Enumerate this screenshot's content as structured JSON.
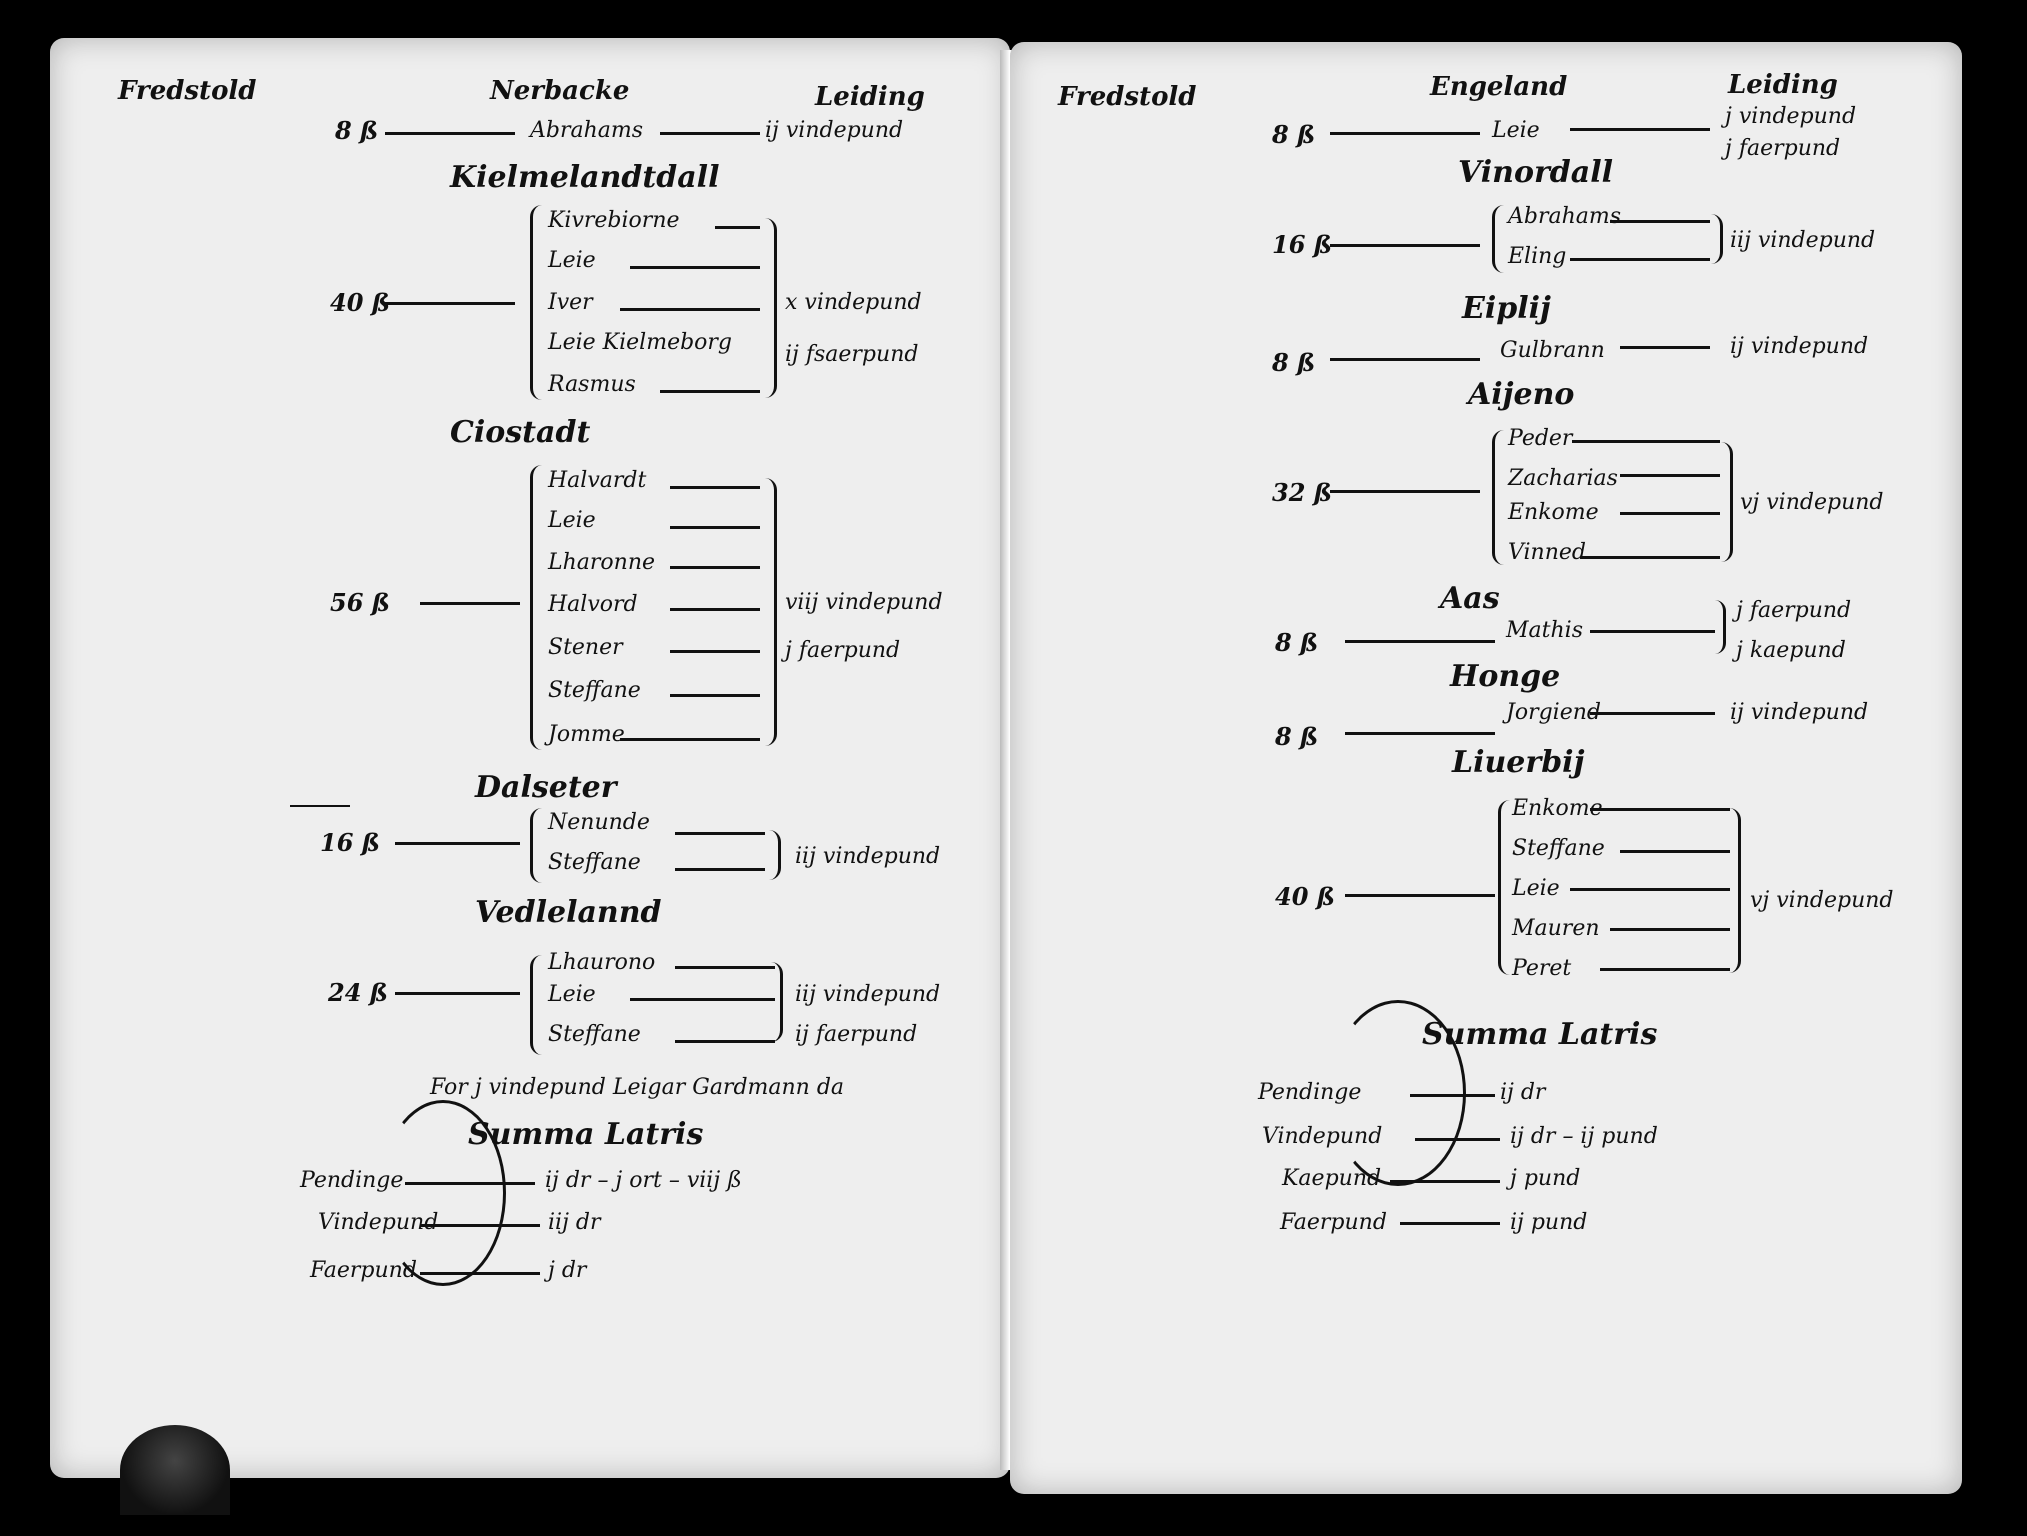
{
  "left": {
    "district": "Fredstold",
    "header_center": "Nerbacke",
    "header_right": "Leiding",
    "entries": [
      {
        "amount": "8 ß",
        "name": "Abrahams",
        "result": "ij vindepund"
      },
      {
        "place": "Kielmelandtdall"
      },
      {
        "amount": "40 ß",
        "names": [
          "Kivrebiorne",
          "Leie",
          "Iver",
          "Leie Kielmeborg",
          "Rasmus"
        ],
        "result": "x vindepund",
        "result2": "ij fsaerpund"
      },
      {
        "place": "Ciostadt"
      },
      {
        "amount": "56 ß",
        "names": [
          "Halvardt",
          "Leie",
          "Lharonne",
          "Halvord",
          "Stener",
          "Steffane",
          "Jomme"
        ],
        "result": "viij vindepund",
        "result2": "j faerpund"
      },
      {
        "place": "Dalseter"
      },
      {
        "amount": "16 ß",
        "names": [
          "Nenunde",
          "Steffane"
        ],
        "result": "iij vindepund"
      },
      {
        "place": "Vedlelannd"
      },
      {
        "amount": "24 ß",
        "names": [
          "Lhaurono",
          "Leie",
          "Steffane"
        ],
        "result": "iij vindepund",
        "result2": "ij faerpund"
      },
      {
        "note": "For j vindepund Leigar Gardmann da"
      }
    ],
    "summa_title": "Summa Latris",
    "summa": [
      {
        "label": "Pendinge",
        "value": "ij dr – j ort – viij ß"
      },
      {
        "label": "Vindepund",
        "value": "iij dr"
      },
      {
        "label": "Faerpund",
        "value": "j dr"
      }
    ]
  },
  "right": {
    "district": "Fredstold",
    "header_center": "Engeland",
    "header_right": "Leiding",
    "entries": [
      {
        "amount": "8 ß",
        "name": "Leie",
        "result": "j vindepund",
        "result2": "j faerpund"
      },
      {
        "place": "Vinordall"
      },
      {
        "amount": "16 ß",
        "names": [
          "Abrahams",
          "Eling"
        ],
        "result": "iij vindepund"
      },
      {
        "place": "Eiplij"
      },
      {
        "amount": "8 ß",
        "name": "Gulbrann",
        "result": "ij vindepund"
      },
      {
        "place": "Aijeno"
      },
      {
        "amount": "32 ß",
        "names": [
          "Peder",
          "Zacharias",
          "Enkome",
          "Vinned"
        ],
        "result": "vj vindepund"
      },
      {
        "place": "Aas"
      },
      {
        "amount": "8 ß",
        "name": "Mathis",
        "result": "j faerpund",
        "result2": "j kaepund"
      },
      {
        "place": "Honge"
      },
      {
        "amount": "8 ß",
        "name": "Jorgiend",
        "result": "ij vindepund"
      },
      {
        "place": "Liuerbij"
      },
      {
        "amount": "40 ß",
        "names": [
          "Enkome",
          "Steffane",
          "Leie",
          "Mauren",
          "Peret"
        ],
        "result": "vj vindepund"
      }
    ],
    "summa_title": "Summa Latris",
    "summa": [
      {
        "label": "Pendinge",
        "value": "ij dr"
      },
      {
        "label": "Vindepund",
        "value": "ij dr – ij pund"
      },
      {
        "label": "Kaepund",
        "value": "j pund"
      },
      {
        "label": "Faerpund",
        "value": "ij pund"
      }
    ]
  }
}
